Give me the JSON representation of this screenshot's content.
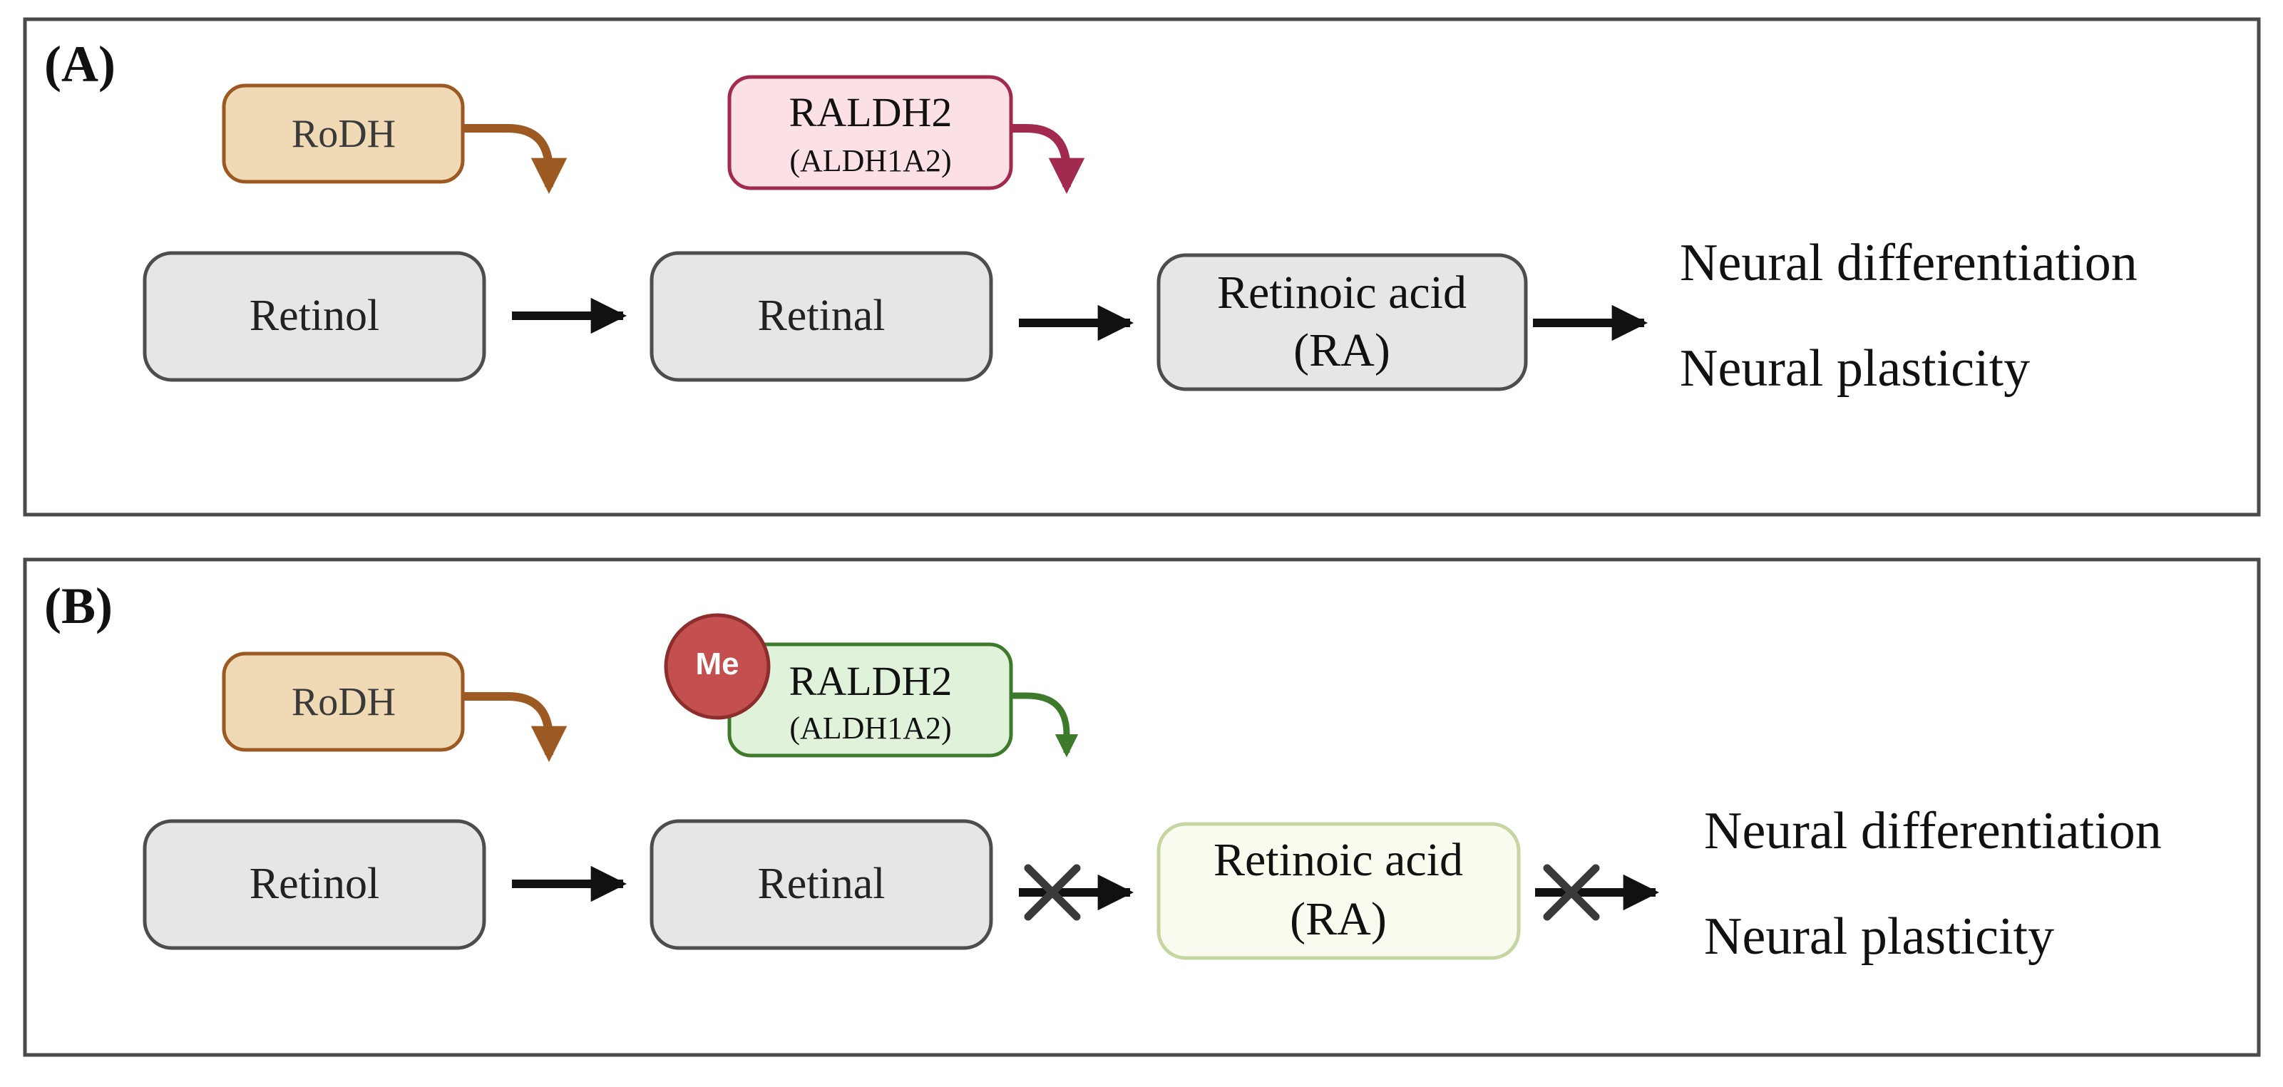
{
  "panels": [
    {
      "label": "(A)",
      "rodh": "RoDH",
      "raldh_name": "RALDH2",
      "raldh_gene": "(ALDH1A2)",
      "retinol": "Retinol",
      "retinal": "Retinal",
      "ra_line1": "Retinoic acid",
      "ra_line2": "(RA)",
      "outcome1": "Neural differentiation",
      "outcome2": "Neural plasticity"
    },
    {
      "label": "(B)",
      "methyl": "Me",
      "rodh": "RoDH",
      "raldh_name": "RALDH2",
      "raldh_gene": "(ALDH1A2)",
      "retinol": "Retinol",
      "retinal": "Retinal",
      "ra_line1": "Retinoic acid",
      "ra_line2": "(RA)",
      "outcome1": "Neural differentiation",
      "outcome2": "Neural plasticity"
    }
  ],
  "colors": {
    "frame": "#4a4a4a",
    "node_fill": "#e6e6e6",
    "node_stroke": "#4d4d4d",
    "rodh_fill": "#f0d9b5",
    "rodh_stroke": "#9c5a22",
    "raldh_a_fill": "#fbe1e6",
    "raldh_a_stroke": "#a32a4f",
    "raldh_b_fill": "#e0f3da",
    "raldh_b_stroke": "#3e7a2b",
    "ra_b_fill": "#f9fbee",
    "ra_b_stroke": "#c5d6a0",
    "me_fill": "#c44f4f",
    "arrow": "#111111",
    "block_x": "#3a3a3a"
  }
}
